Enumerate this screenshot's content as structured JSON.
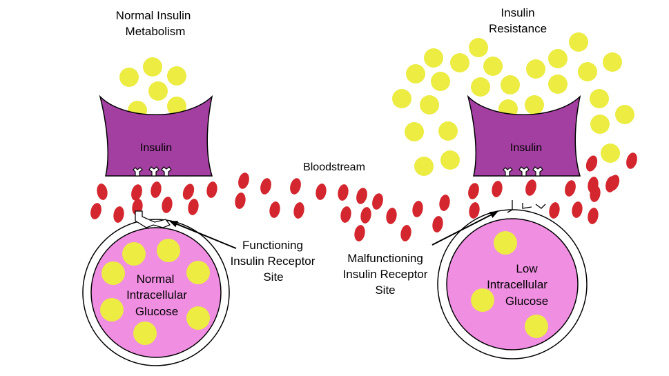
{
  "headings": {
    "normal": [
      "Normal Insulin",
      "Metabolism"
    ],
    "resistance": [
      "Insulin",
      "Resistance"
    ]
  },
  "labels": {
    "insulin": "Insulin",
    "bloodstream": "Bloodstream",
    "functioning_site": [
      "Functioning",
      "Insulin Receptor",
      "Site"
    ],
    "malfunctioning_site": [
      "Malfunctioning",
      "Insulin Receptor",
      "Site"
    ],
    "normal_glucose": [
      "Normal",
      "Intracellular",
      "Glucose"
    ],
    "low_glucose": [
      "Low",
      "Intracellular",
      "Glucose"
    ]
  },
  "colors": {
    "insulin_cup": "#a23fa1",
    "glucose": "#ecec43",
    "cell_interior": "#f08ee2",
    "red_blood_cell": "#d3262e",
    "outline": "#000000"
  }
}
